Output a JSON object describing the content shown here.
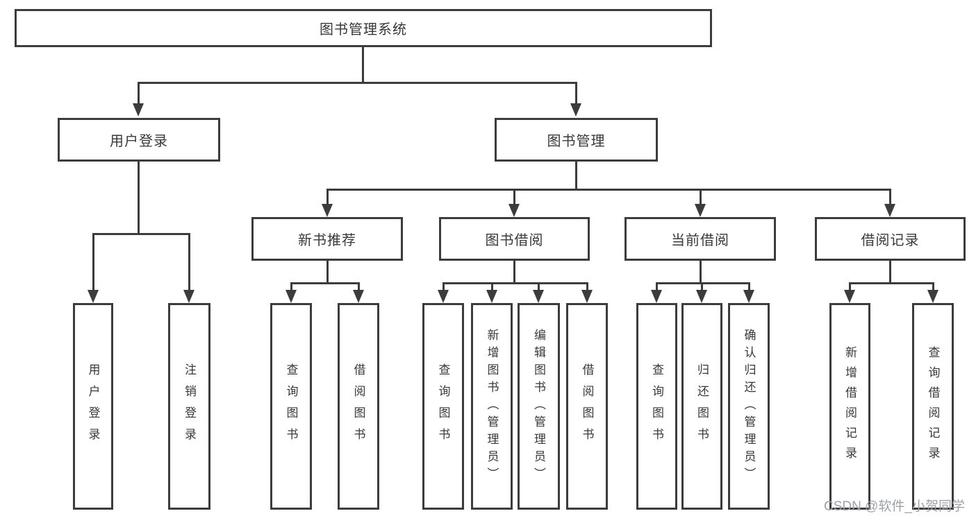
{
  "title": "图书管理系统",
  "watermark": "CSDN @软件_小贺同学",
  "colors": {
    "line": "#3c3c3c",
    "box_border": "#3c3c3c",
    "box_background": "#ffffff",
    "text": "#38383c",
    "watermark": "#9ea1a8"
  },
  "tree": {
    "root": {
      "label": "图书管理系统"
    },
    "level2": [
      {
        "label": "用户登录"
      },
      {
        "label": "图书管理"
      }
    ],
    "level3": [
      {
        "label": "新书推荐"
      },
      {
        "label": "图书借阅"
      },
      {
        "label": "当前借阅"
      },
      {
        "label": "借阅记录"
      }
    ],
    "leaves": {
      "user_login": [
        {
          "label": "用户登录"
        },
        {
          "label": "注销登录"
        }
      ],
      "new_book_recommend": [
        {
          "label": "查询图书"
        },
        {
          "label": "借阅图书"
        }
      ],
      "book_borrowing": [
        {
          "label": "查询图书"
        },
        {
          "label": "新增图书（管理员）"
        },
        {
          "label": "编辑图书（管理员）"
        },
        {
          "label": "借阅图书"
        }
      ],
      "current_borrowing": [
        {
          "label": "查询图书"
        },
        {
          "label": "归还图书"
        },
        {
          "label": "确认归还（管理员）"
        }
      ],
      "borrowing_records": [
        {
          "label": "新增借阅记录"
        },
        {
          "label": "查询借阅记录"
        }
      ]
    }
  }
}
